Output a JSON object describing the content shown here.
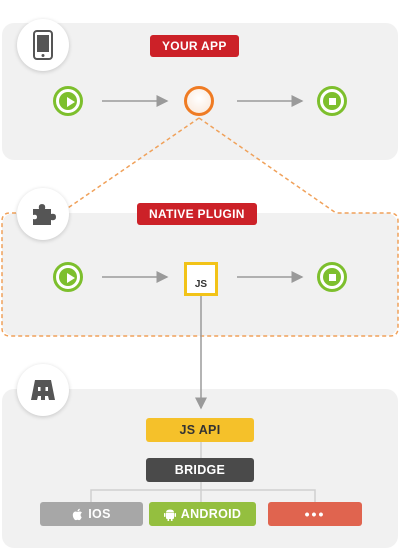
{
  "labels": {
    "your_app": "YOUR APP",
    "native_plugin": "NATIVE PLUGIN",
    "js_file": "JS",
    "js_api": "JS API",
    "bridge": "BRIDGE",
    "ios": "IOS",
    "android": "ANDROID",
    "more": "•••"
  },
  "colors": {
    "badge_red": "#cc2128",
    "accent_green": "#7dbf2d",
    "app_orange": "#ef7b23",
    "dashed_orange": "#f0a15a",
    "js_yellow": "#f2c318",
    "bridge_dark": "#4a4a4a",
    "ios_gray": "#a7a7a7",
    "android_green": "#94bf3f",
    "more_red": "#e0644f",
    "panel_gray": "#f1f1f1"
  },
  "icons": [
    "smartphone-icon",
    "puzzle-piece-icon",
    "cordova-icon",
    "play-icon",
    "stop-icon",
    "apple-icon",
    "android-icon"
  ]
}
